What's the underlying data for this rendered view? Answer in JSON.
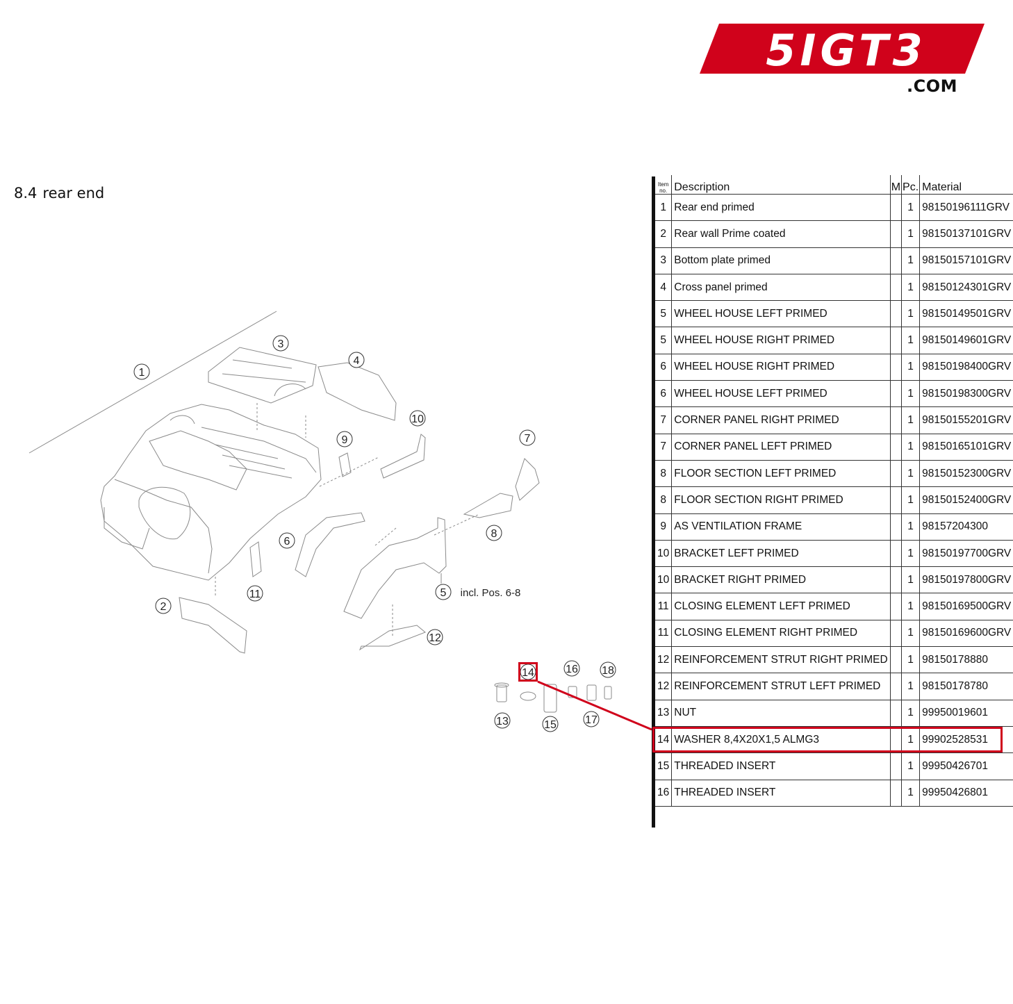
{
  "logo": {
    "text": "5IGT3",
    "suffix": ".COM",
    "color": "#d0021b"
  },
  "section": {
    "number": "8.4",
    "title": "rear end"
  },
  "diagram": {
    "callouts": [
      "1",
      "2",
      "3",
      "4",
      "5",
      "6",
      "7",
      "8",
      "9",
      "10",
      "11",
      "12",
      "13",
      "14",
      "15",
      "16",
      "17",
      "18"
    ],
    "note_5": "incl. Pos. 6-8",
    "highlight_color": "#d0021b",
    "highlighted_item": "14"
  },
  "table": {
    "headers": {
      "item": "Item no.",
      "description": "Description",
      "m": "M",
      "pc": "Pc.",
      "material": "Material"
    },
    "rows": [
      {
        "item": "1",
        "description": "Rear end primed",
        "m": "",
        "pc": "1",
        "material": "98150196111GRV"
      },
      {
        "item": "2",
        "description": "Rear wall Prime coated",
        "m": "",
        "pc": "1",
        "material": "98150137101GRV"
      },
      {
        "item": "3",
        "description": "Bottom plate primed",
        "m": "",
        "pc": "1",
        "material": "98150157101GRV"
      },
      {
        "item": "4",
        "description": "Cross panel primed",
        "m": "",
        "pc": "1",
        "material": "98150124301GRV"
      },
      {
        "item": "5",
        "description": "WHEEL HOUSE LEFT PRIMED",
        "m": "",
        "pc": "1",
        "material": "98150149501GRV"
      },
      {
        "item": "5",
        "description": "WHEEL HOUSE RIGHT PRIMED",
        "m": "",
        "pc": "1",
        "material": "98150149601GRV"
      },
      {
        "item": "6",
        "description": "WHEEL HOUSE RIGHT PRIMED",
        "m": "",
        "pc": "1",
        "material": "98150198400GRV"
      },
      {
        "item": "6",
        "description": "WHEEL HOUSE LEFT PRIMED",
        "m": "",
        "pc": "1",
        "material": "98150198300GRV"
      },
      {
        "item": "7",
        "description": "CORNER PANEL RIGHT PRIMED",
        "m": "",
        "pc": "1",
        "material": "98150155201GRV"
      },
      {
        "item": "7",
        "description": "CORNER PANEL LEFT PRIMED",
        "m": "",
        "pc": "1",
        "material": "98150165101GRV"
      },
      {
        "item": "8",
        "description": "FLOOR SECTION LEFT PRIMED",
        "m": "",
        "pc": "1",
        "material": "98150152300GRV"
      },
      {
        "item": "8",
        "description": "FLOOR SECTION RIGHT PRIMED",
        "m": "",
        "pc": "1",
        "material": "98150152400GRV"
      },
      {
        "item": "9",
        "description": "AS VENTILATION FRAME",
        "m": "",
        "pc": "1",
        "material": "98157204300"
      },
      {
        "item": "10",
        "description": "BRACKET LEFT PRIMED",
        "m": "",
        "pc": "1",
        "material": "98150197700GRV"
      },
      {
        "item": "10",
        "description": "BRACKET RIGHT PRIMED",
        "m": "",
        "pc": "1",
        "material": "98150197800GRV"
      },
      {
        "item": "11",
        "description": "CLOSING ELEMENT LEFT PRIMED",
        "m": "",
        "pc": "1",
        "material": "98150169500GRV"
      },
      {
        "item": "11",
        "description": "CLOSING ELEMENT RIGHT PRIMED",
        "m": "",
        "pc": "1",
        "material": "98150169600GRV"
      },
      {
        "item": "12",
        "description": "REINFORCEMENT STRUT RIGHT PRIMED",
        "m": "",
        "pc": "1",
        "material": "98150178880"
      },
      {
        "item": "12",
        "description": "REINFORCEMENT STRUT LEFT PRIMED",
        "m": "",
        "pc": "1",
        "material": "98150178780"
      },
      {
        "item": "13",
        "description": "NUT",
        "m": "",
        "pc": "1",
        "material": "99950019601"
      },
      {
        "item": "14",
        "description": "WASHER 8,4X20X1,5 ALMG3",
        "m": "",
        "pc": "1",
        "material": "99902528531",
        "highlighted": true
      },
      {
        "item": "15",
        "description": "THREADED INSERT",
        "m": "",
        "pc": "1",
        "material": "99950426701"
      },
      {
        "item": "16",
        "description": "THREADED INSERT",
        "m": "",
        "pc": "1",
        "material": "99950426801"
      }
    ]
  }
}
